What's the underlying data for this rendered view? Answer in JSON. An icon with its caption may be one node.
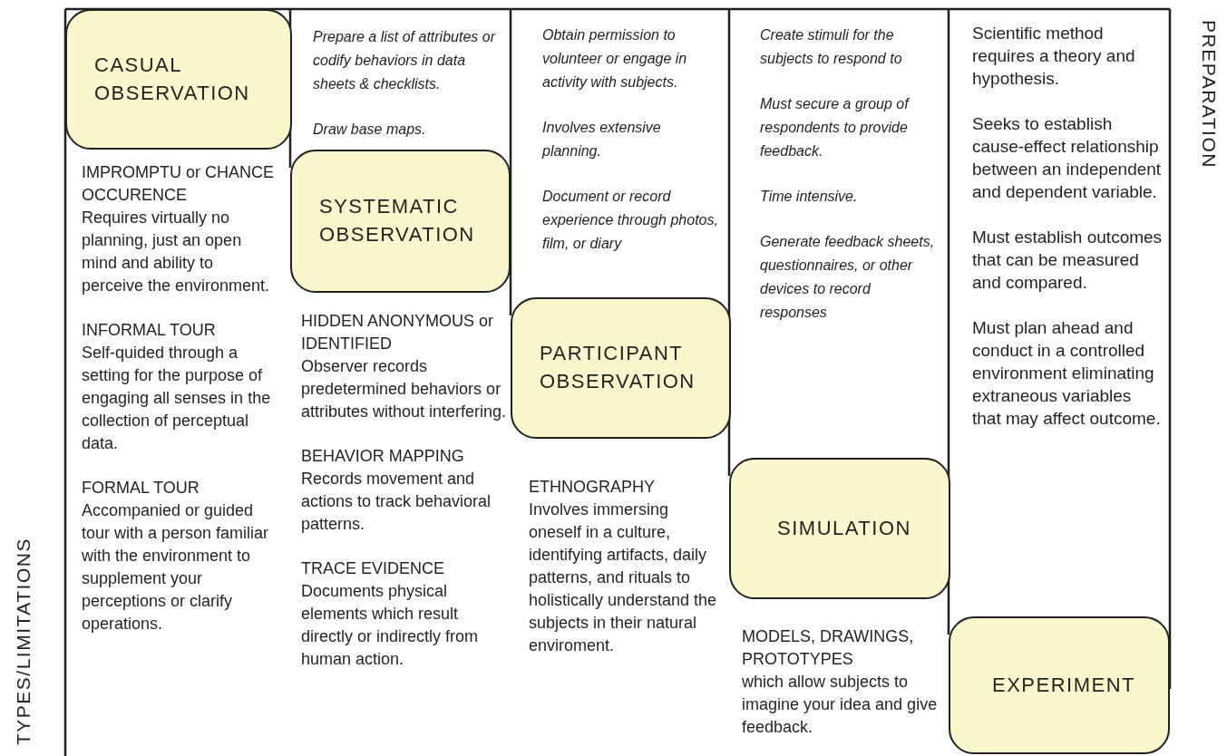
{
  "diagram": {
    "nodes": [
      {
        "text": [
          "CASUAL OBSERVATION"
        ],
        "beside": [
          "IMPROMPTU or CHANCE OCCURENCE",
          "Requires virtually no planning, just an open mind and ability to perceive the environment.",
          "INFORMAL TOUR",
          "Self-quided through a setting for the purpose of engaging all senses in the collection of perceptual data.",
          "FORMAL TOUR",
          "Accompanied or guided tour with a person familiar with the environment to supplement your perceptions or clarify operations."
        ]
      },
      {
        "text": [
          "SYSTEMATIC OBSERVATION"
        ],
        "beside": [
          "Prepare a list of attributes or codify behaviors in data sheets & checklists.",
          "Draw base maps.",
          "HIDDEN ANONYMOUS or IDENTIFIED",
          "Observer records predetermined behaviors or attributes without interfering.",
          "BEHAVIOR MAPPING",
          "Records movement and actions to track behavioral patterns.",
          "TRACE EVIDENCE",
          "Documents physical elements which result directly or indirectly from human action."
        ]
      },
      {
        "text": [
          "PARTICIPANT OBSERVATION"
        ],
        "beside": [
          "Obtain permission to volunteer or engage in activity with subjects.",
          "Involves extensive planning.",
          "Document or record experience through photos, film, or diary",
          "ETHNOGRAPHY",
          "Involves immersing oneself in a culture, identifying artifacts, daily patterns, and rituals to holistically understand the subjects in their natural enviroment."
        ]
      },
      {
        "text": [
          "SIMULATION"
        ],
        "beside": [
          "Create stimuli for the subjects to respond to",
          "Must secure a group of respondents to provide feedback.",
          "Time intensive.",
          "Generate feedback sheets, questionnaires, or other devices to record responses",
          "MODELS, DRAWINGS, PROTOTYPES",
          "which allow subjects to imagine your idea and give feedback."
        ]
      },
      {
        "text": [
          "EXPERIMENT"
        ],
        "beside": [
          "Scientific method requires a theory and hypothesis.",
          "Seeks to establish cause-effect relationship between an independent and dependent variable.",
          "Must establish outcomes that can be measured and compared.",
          "Must plan ahead and conduct in a controlled environment eliminating extraneous variables that may affect outcome."
        ]
      }
    ],
    "labels": [
      "PREPARATION",
      "TYPES/LIMITATIONS"
    ]
  }
}
